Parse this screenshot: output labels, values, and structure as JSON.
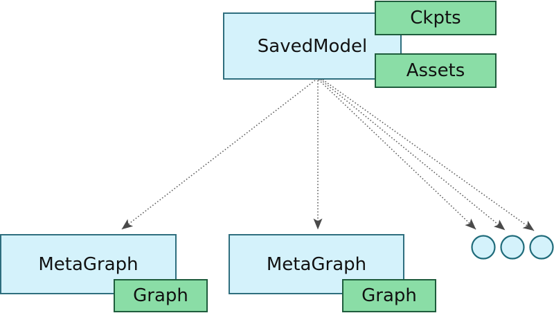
{
  "diagram": {
    "nodes": {
      "saved_model": {
        "label": "SavedModel",
        "fill": "#d4f2fb",
        "border": "#2e6e7e"
      },
      "ckpts": {
        "label": "Ckpts",
        "fill": "#8adda6",
        "border": "#1e5c3c"
      },
      "assets": {
        "label": "Assets",
        "fill": "#8adda6",
        "border": "#1e5c3c"
      },
      "metagraph_1": {
        "label": "MetaGraph",
        "fill": "#d4f2fb",
        "border": "#2e6e7e"
      },
      "graph_1": {
        "label": "Graph",
        "fill": "#8adda6",
        "border": "#1e5c3c"
      },
      "metagraph_2": {
        "label": "MetaGraph",
        "fill": "#d4f2fb",
        "border": "#2e6e7e"
      },
      "graph_2": {
        "label": "Graph",
        "fill": "#8adda6",
        "border": "#1e5c3c"
      }
    },
    "ellipsis_circle_count": 3,
    "edges": [
      {
        "from": "saved_model",
        "to": "metagraph_1",
        "style": "dotted-arrow"
      },
      {
        "from": "saved_model",
        "to": "metagraph_2",
        "style": "dotted-arrow"
      },
      {
        "from": "saved_model",
        "to": "ellipsis_circle_1",
        "style": "dotted-arrow"
      },
      {
        "from": "saved_model",
        "to": "ellipsis_circle_2",
        "style": "dotted-arrow"
      },
      {
        "from": "saved_model",
        "to": "ellipsis_circle_3",
        "style": "dotted-arrow"
      }
    ],
    "colors": {
      "background": "#ffffff",
      "edge_line": "#5f5f5f",
      "arrowhead": "#4a4a4a",
      "text": "#111111"
    }
  }
}
